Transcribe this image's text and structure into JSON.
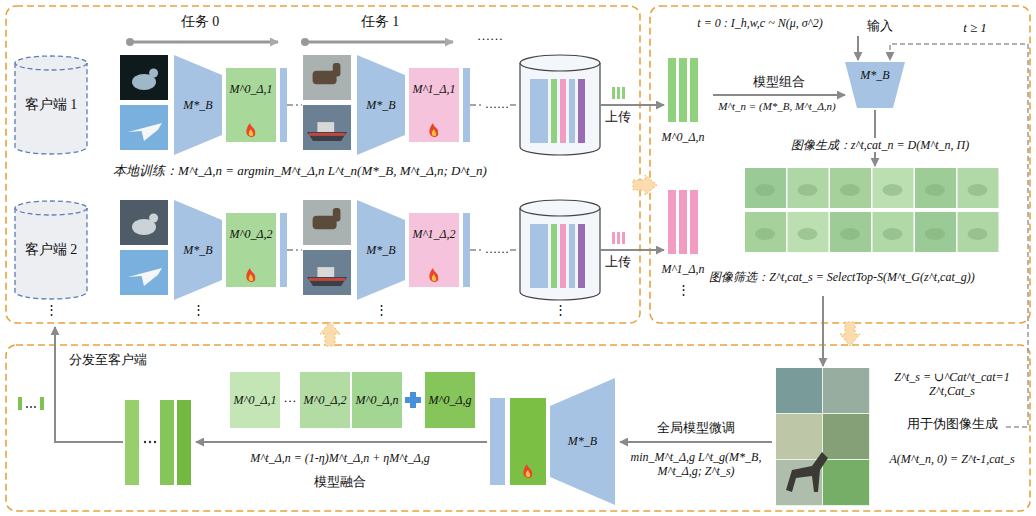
{
  "diagram": {
    "nodes": [
      {
        "text": [
          "客户端 1"
        ]
      },
      {
        "text": [
          "M*_B"
        ]
      },
      {
        "text": [
          "M^0_Δ,1"
        ]
      },
      {
        "text": [
          "M*_B"
        ]
      },
      {
        "text": [
          "M^1_Δ,1"
        ]
      },
      {
        "text": [
          "客户端 2"
        ]
      },
      {
        "text": [
          "M*_B"
        ]
      },
      {
        "text": [
          "M^0_Δ,2"
        ]
      },
      {
        "text": [
          "M*_B"
        ]
      },
      {
        "text": [
          "M^1_Δ,2"
        ]
      },
      {
        "text": [
          "M^0_Δ,n"
        ]
      },
      {
        "text": [
          "M^1_Δ,n"
        ]
      },
      {
        "text": [
          "M*_B"
        ]
      },
      {
        "text": [
          "M^0_Δ,1"
        ]
      },
      {
        "text": [
          "M^0_Δ,2"
        ]
      },
      {
        "text": [
          "M^0_Δ,n"
        ]
      },
      {
        "text": [
          "M^0_Δ,g"
        ]
      },
      {
        "text": [
          "M*_B"
        ]
      }
    ],
    "edges": [
      {
        "from": 10,
        "to": 12,
        "arrow": "to",
        "label": "模型组合"
      }
    ],
    "labels": [
      "任务 0",
      "任务 1",
      "……",
      "……",
      "……",
      "本地训练：M^t_Δ,n = argmin_M^t_Δ,n L^t_n(M*_B, M^t_Δ,n; D^t_n)",
      "上传",
      "上传",
      "⋮",
      "⋮",
      "⋮",
      "⋮",
      "⋮",
      "t = 0 : I_h,w,c ~ N(μ, σ^2)",
      "输入",
      "t ≥ 1",
      "M^t_n = (M*_B, M^t_Δ,n)",
      "图像生成：z^t,cat_n = D(M^t_n, Π)",
      "图像筛选：Z^t,cat_s = SelectTop-S(M^t_G(z^t,cat_g))",
      "分发至客户端",
      "…",
      "M^t_Δ,n = (1-η)M^t_Δ,n + ηM^t_Δ,g",
      "模型融合",
      "全局模型微调",
      "min_M^t_Δ,g L^t_g(M*_B, M^t_Δ,g; Z^t_s)",
      "Z^t_s = ∪^Cat^t_cat=1 Z^t,Cat_s",
      "用于伪图像生成",
      "A(M^t_n, 0) = Z^t-1,cat_s"
    ]
  }
}
